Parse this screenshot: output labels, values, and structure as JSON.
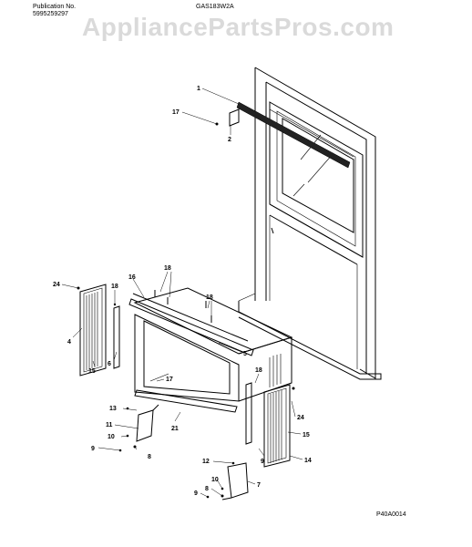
{
  "header": {
    "publication_label": "Publication No.",
    "publication_number": "5995259297",
    "model": "GAS183W2A"
  },
  "watermark": "AppliancePartsPros.com",
  "figure_code": "P40A0014",
  "callouts": {
    "c1": "1",
    "c17a": "17",
    "c2": "2",
    "c18a": "18",
    "c16": "16",
    "c24a": "24",
    "c18b": "18",
    "c18c": "18",
    "c4": "4",
    "c15a": "15",
    "c6": "6",
    "c5": "5",
    "c17b": "17",
    "c13": "13",
    "c11": "11",
    "c10a": "10",
    "c9a": "9",
    "c8a": "8",
    "c21": "21",
    "c18d": "18",
    "c24b": "24",
    "c15b": "15",
    "c9b": "9",
    "c14": "14",
    "c12": "12",
    "c10b": "10",
    "c8b": "8",
    "c9c": "9",
    "c7": "7"
  }
}
